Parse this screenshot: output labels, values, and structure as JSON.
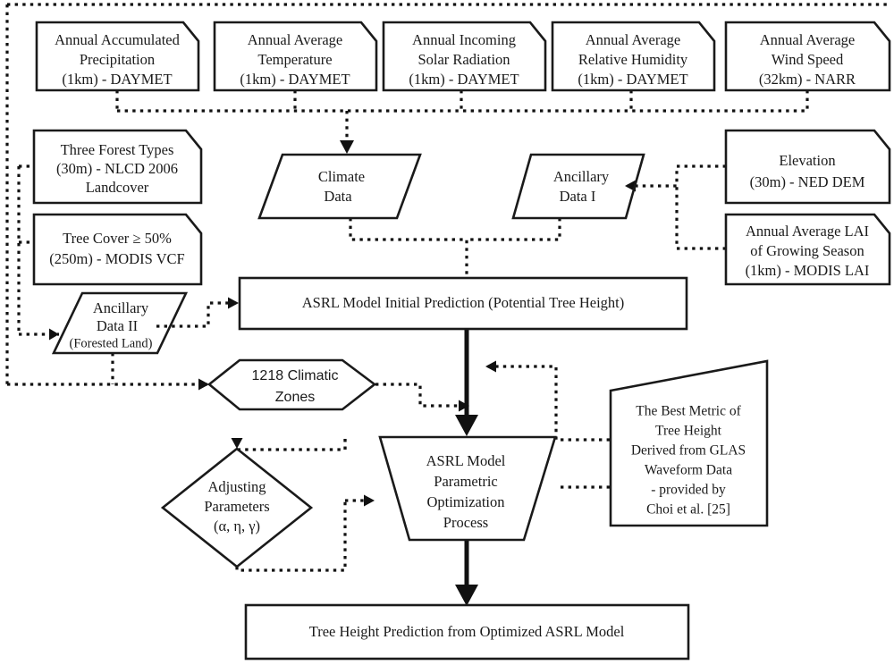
{
  "diagram": {
    "title": "ASRL Model Tree Height Prediction Workflow",
    "colors": {
      "process_dark": "#a6a6a6",
      "process_light": "#d9d9d9",
      "shape_white": "#ffffff",
      "line": "#111111"
    },
    "inputs_top": [
      {
        "id": "precip",
        "lines": [
          "Annual Accumulated",
          "Precipitation",
          "(1km) - DAYMET"
        ]
      },
      {
        "id": "temp",
        "lines": [
          "Annual Average",
          "Temperature",
          "(1km) - DAYMET"
        ]
      },
      {
        "id": "solar",
        "lines": [
          "Annual Incoming",
          "Solar Radiation",
          "(1km) - DAYMET"
        ]
      },
      {
        "id": "humidity",
        "lines": [
          "Annual Average",
          "Relative Humidity",
          "(1km) - DAYMET"
        ]
      },
      {
        "id": "wind",
        "lines": [
          "Annual Average",
          "Wind Speed",
          "(32km) - NARR"
        ]
      }
    ],
    "inputs_left": [
      {
        "id": "forest-types",
        "lines": [
          "Three Forest Types",
          "(30m) - NLCD 2006",
          "Landcover"
        ]
      },
      {
        "id": "tree-cover",
        "lines": [
          "Tree Cover ≥ 50%",
          "(250m) - MODIS VCF"
        ]
      }
    ],
    "inputs_right": [
      {
        "id": "elevation",
        "lines": [
          "Elevation",
          "(30m) - NED DEM"
        ]
      },
      {
        "id": "lai",
        "lines": [
          "Annual Average LAI",
          "of Growing Season",
          "(1km) - MODIS LAI"
        ]
      }
    ],
    "data_nodes": [
      {
        "id": "climate-data",
        "lines": [
          "Climate",
          "Data"
        ]
      },
      {
        "id": "ancillary-i",
        "lines": [
          "Ancillary",
          "Data I"
        ]
      },
      {
        "id": "ancillary-ii",
        "lines": [
          "Ancillary",
          "Data II",
          "(Forested Land)"
        ]
      }
    ],
    "climatic_zones": {
      "id": "climatic-zones",
      "lines": [
        "1218 Climatic",
        "Zones"
      ]
    },
    "adjusting_parameters": {
      "id": "adjusting-parameters",
      "lines": [
        "Adjusting",
        "Parameters",
        "(α, η, γ)"
      ]
    },
    "reference_source": {
      "id": "glas-reference",
      "lines": [
        "The Best Metric of",
        "Tree Height",
        "Derived from GLAS",
        "Waveform Data",
        "- provided by",
        "Choi et al. [25]"
      ]
    },
    "processes": [
      {
        "id": "initial-prediction",
        "lines": [
          "ASRL Model Initial Prediction (Potential Tree Height)"
        ]
      },
      {
        "id": "optimization",
        "lines": [
          "ASRL Model",
          "Parametric",
          "Optimization",
          "Process"
        ]
      },
      {
        "id": "final-output",
        "lines": [
          "Tree Height Prediction from Optimized ASRL Model"
        ]
      }
    ]
  }
}
